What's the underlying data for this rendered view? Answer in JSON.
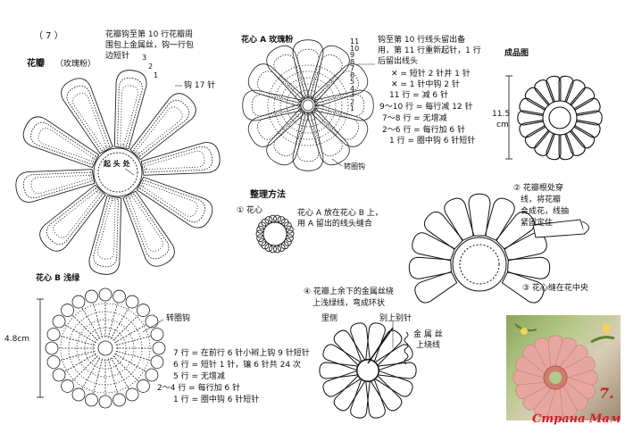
{
  "section_number": "（ 7 ）",
  "petal": {
    "title": "花瓣",
    "color": "（玫瑰粉）",
    "note_lines": [
      "花瓣钩至第 10 行花瓣周",
      "围包上金属丝，钩一行包",
      "边短针"
    ],
    "hook_label": "钩 17 针",
    "center_label": "起 头 处",
    "row_marks": [
      "3",
      "2",
      "1"
    ]
  },
  "center_a": {
    "title": "花心 A 玫瑰粉",
    "note_lines": [
      "钩至第 10 行线头留出备",
      "用，第 11 行重新起针，1 行",
      "后留出线头"
    ],
    "symbols": [
      "✕ = 短针 2 针并 1 针",
      "✕ = 1 针中钩 2 针"
    ],
    "rows": [
      "11 行 = 减 6 针",
      "9～10 行 = 每行减 12 针",
      "7～8 行 = 无增减",
      "2～6 行 = 每行加 6 针",
      "1 行 = 圈中钩 6 针短针"
    ],
    "turn_label": "转圈钩",
    "row_marks": [
      "11",
      "10",
      "9",
      "8",
      "7",
      "6",
      "5",
      "4",
      "3",
      "2",
      "1"
    ]
  },
  "finished": {
    "title": "成品图",
    "size": "11.5",
    "unit": "cm"
  },
  "assembly": {
    "title": "整理方法",
    "step1_label": "① 花心",
    "step1_text": [
      "花心 A 放在花心 B 上，",
      "用 A 留出的线头缝合"
    ],
    "step2_text": [
      "② 花瓣根处穿",
      "线，将花瓣",
      "合成花，线抽",
      "紧固定住"
    ],
    "step3_text": "③ 花心缝在花中央",
    "step4_text": [
      "④ 花瓣上余下的金属丝绕",
      "上浅绿线，弯成环状"
    ],
    "inner_label": "里侧",
    "pin_label": "别上别针",
    "wire_label": [
      "金 属 丝",
      "上绕线"
    ]
  },
  "center_b": {
    "title": "花心 B 浅绿",
    "turn_label": "转圈钩",
    "size": "4.8cm",
    "rows": [
      "7 行 = 在前行 6 针小辫上钩 9 针短针",
      "6 行 = 短针 1 针，镶 6 针共 24 次",
      "5 行 = 无增减",
      "2～4 行 = 每行加 6 针",
      "1 行 = 圈中钩 6 针短针"
    ]
  },
  "photo": {
    "number": "7.",
    "watermark": "Страна Мам"
  },
  "colors": {
    "ink": "#111111",
    "petal_pink": "#e8a6a0",
    "center_rose": "#d27a70",
    "leaf_green": "#6f8f3e",
    "watermark_red": "#d0202a"
  }
}
